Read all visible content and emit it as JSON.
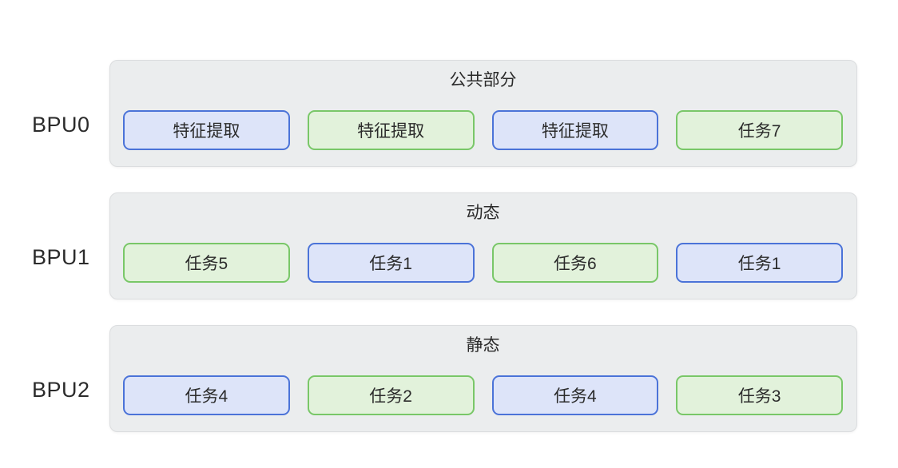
{
  "diagram": {
    "rows": [
      {
        "label": "BPU0",
        "title": "公共部分",
        "boxes": [
          {
            "text": "特征提取",
            "color": "blue"
          },
          {
            "text": "特征提取",
            "color": "green"
          },
          {
            "text": "特征提取",
            "color": "blue"
          },
          {
            "text": "任务7",
            "color": "green"
          }
        ]
      },
      {
        "label": "BPU1",
        "title": "动态",
        "boxes": [
          {
            "text": "任务5",
            "color": "green"
          },
          {
            "text": "任务1",
            "color": "blue"
          },
          {
            "text": "任务6",
            "color": "green"
          },
          {
            "text": "任务1",
            "color": "blue"
          }
        ]
      },
      {
        "label": "BPU2",
        "title": "静态",
        "boxes": [
          {
            "text": "任务4",
            "color": "blue"
          },
          {
            "text": "任务2",
            "color": "green"
          },
          {
            "text": "任务4",
            "color": "blue"
          },
          {
            "text": "任务3",
            "color": "green"
          }
        ]
      }
    ],
    "colors": {
      "blue_border": "#4b73d8",
      "blue_fill": "#dde4f9",
      "green_border": "#79c768",
      "green_fill": "#e2f2db",
      "panel_fill": "#ebedee",
      "panel_border": "#dbdddf",
      "text": "#2b2b2b",
      "background": "#ffffff"
    }
  }
}
